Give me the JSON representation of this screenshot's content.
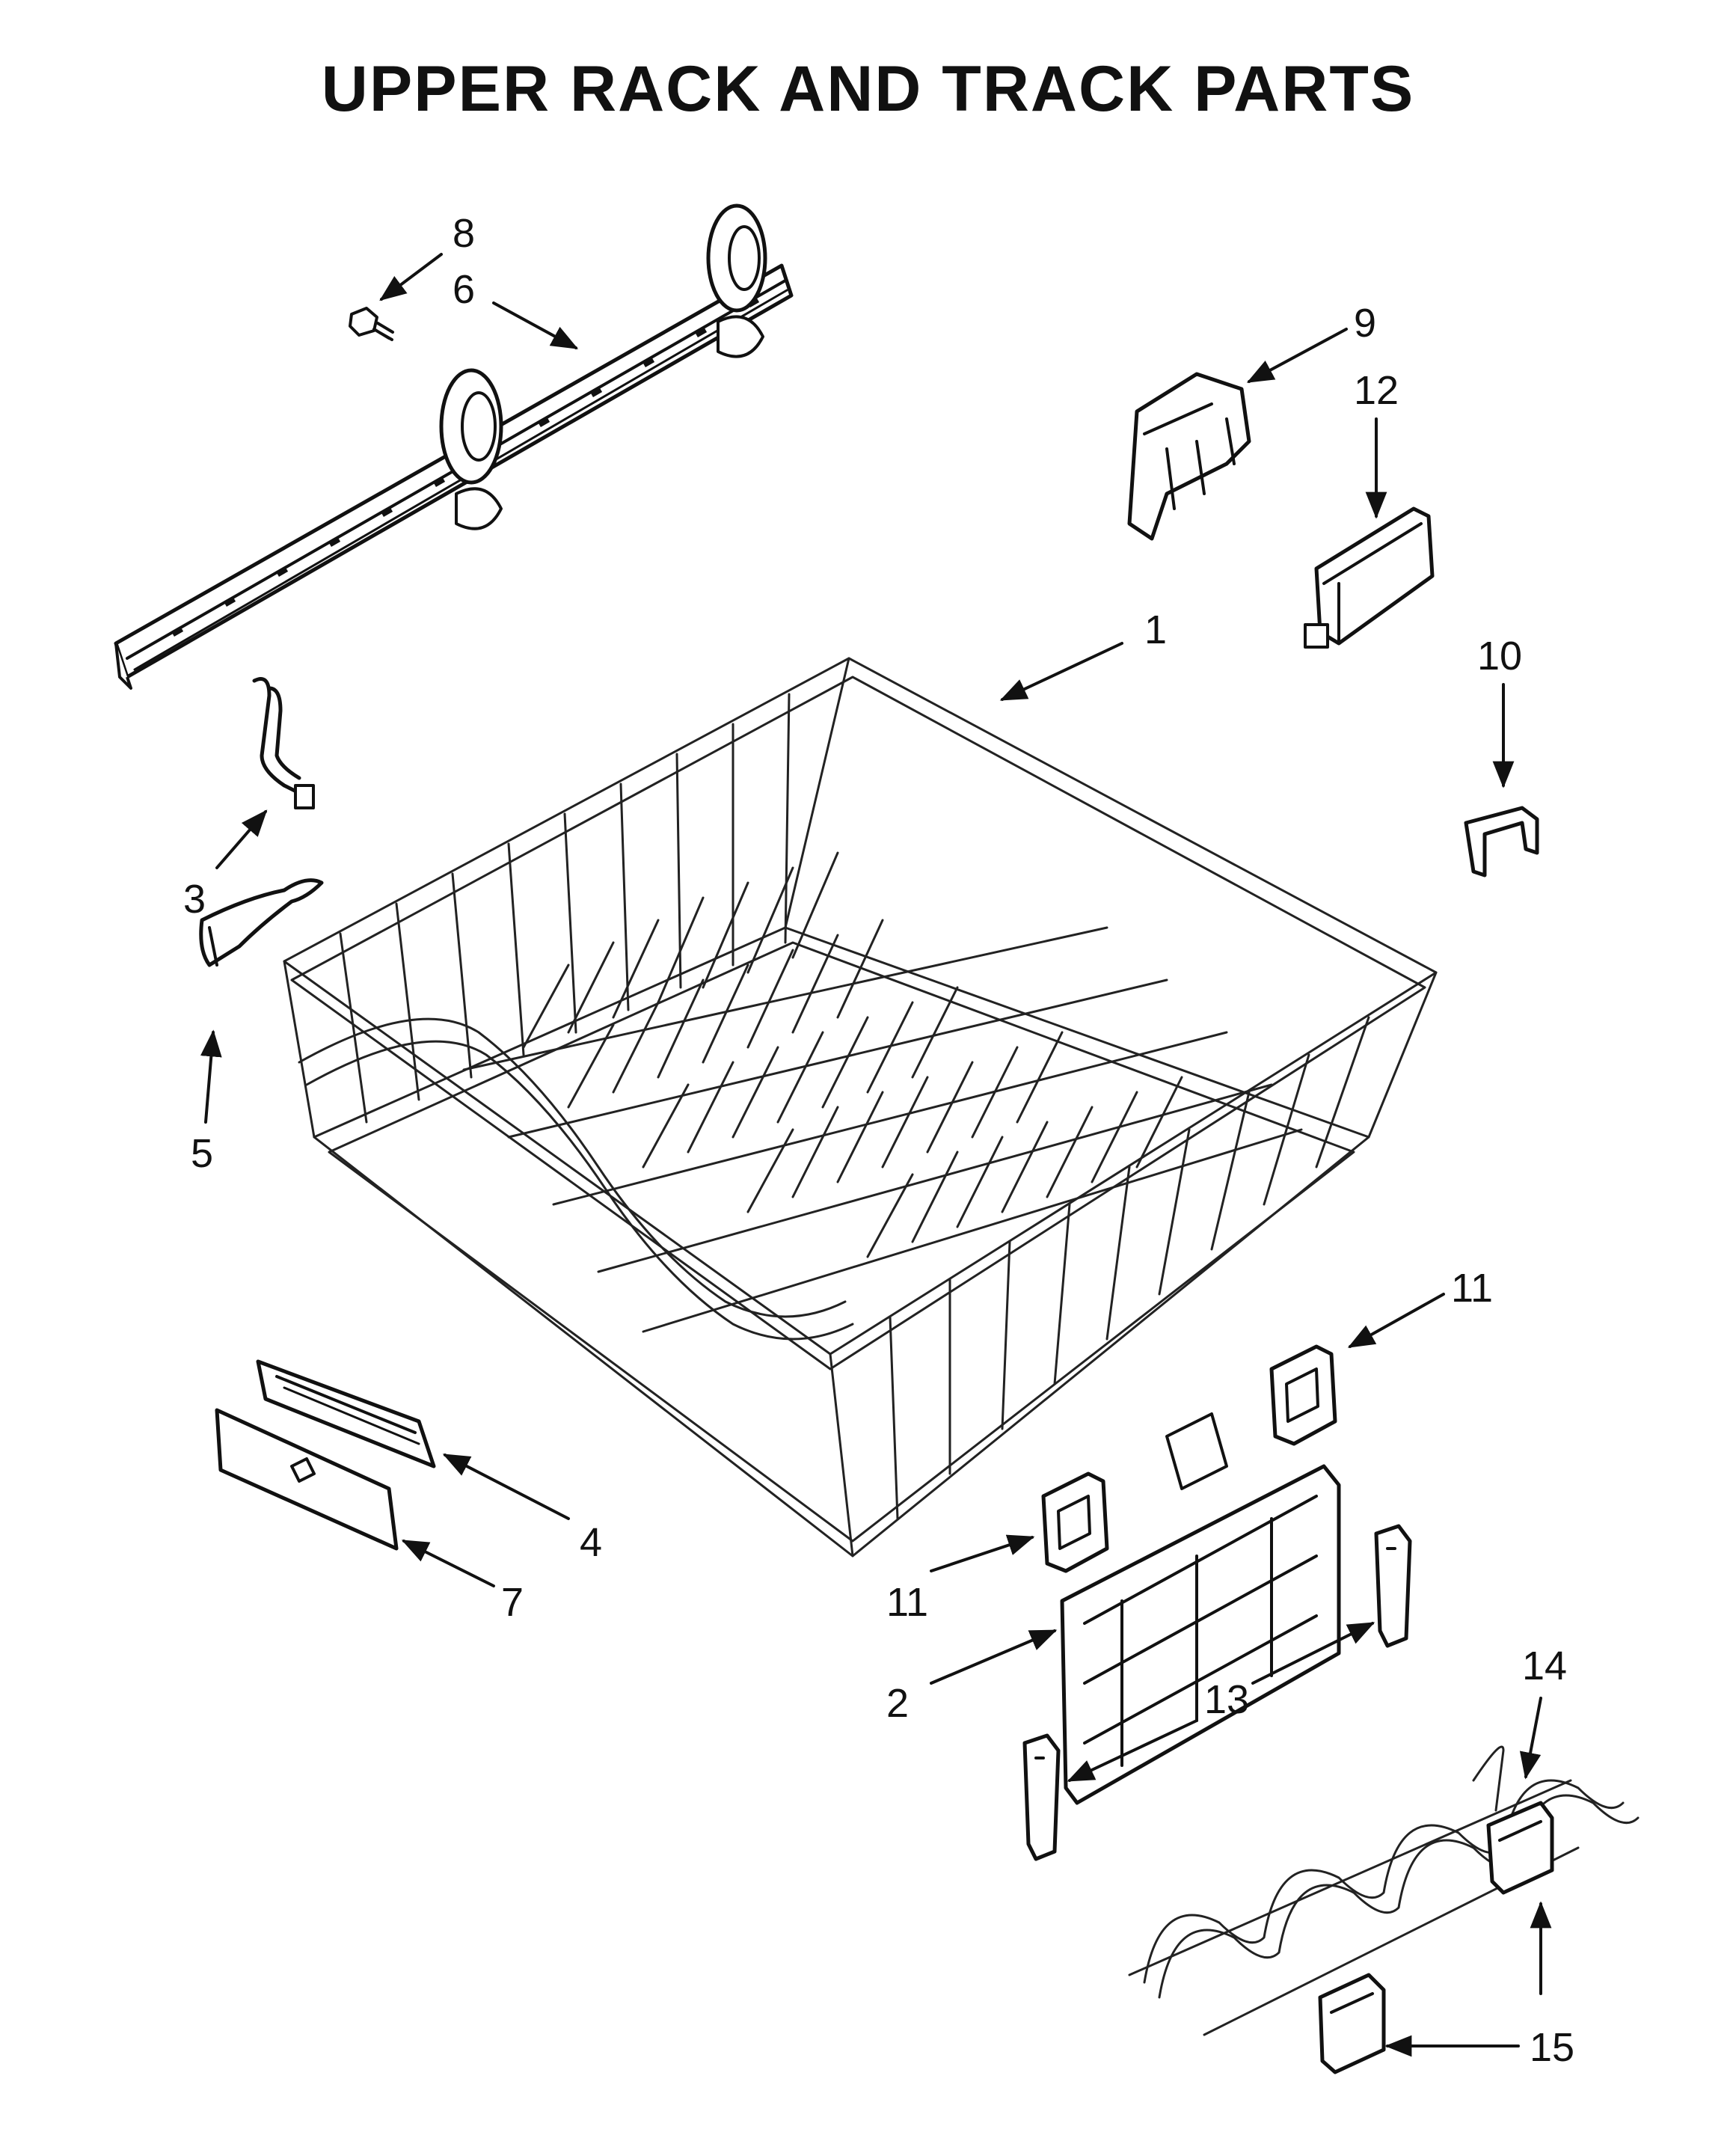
{
  "title": "UPPER RACK AND TRACK PARTS",
  "colors": {
    "ink": "#111111",
    "background": "#ffffff"
  },
  "callouts": {
    "c1": "1",
    "c2": "2",
    "c3": "3",
    "c4": "4",
    "c5": "5",
    "c6": "6",
    "c7": "7",
    "c8": "8",
    "c9": "9",
    "c10": "10",
    "c11a": "11",
    "c11b": "11",
    "c12": "12",
    "c13": "13",
    "c14": "14",
    "c15": "15"
  }
}
